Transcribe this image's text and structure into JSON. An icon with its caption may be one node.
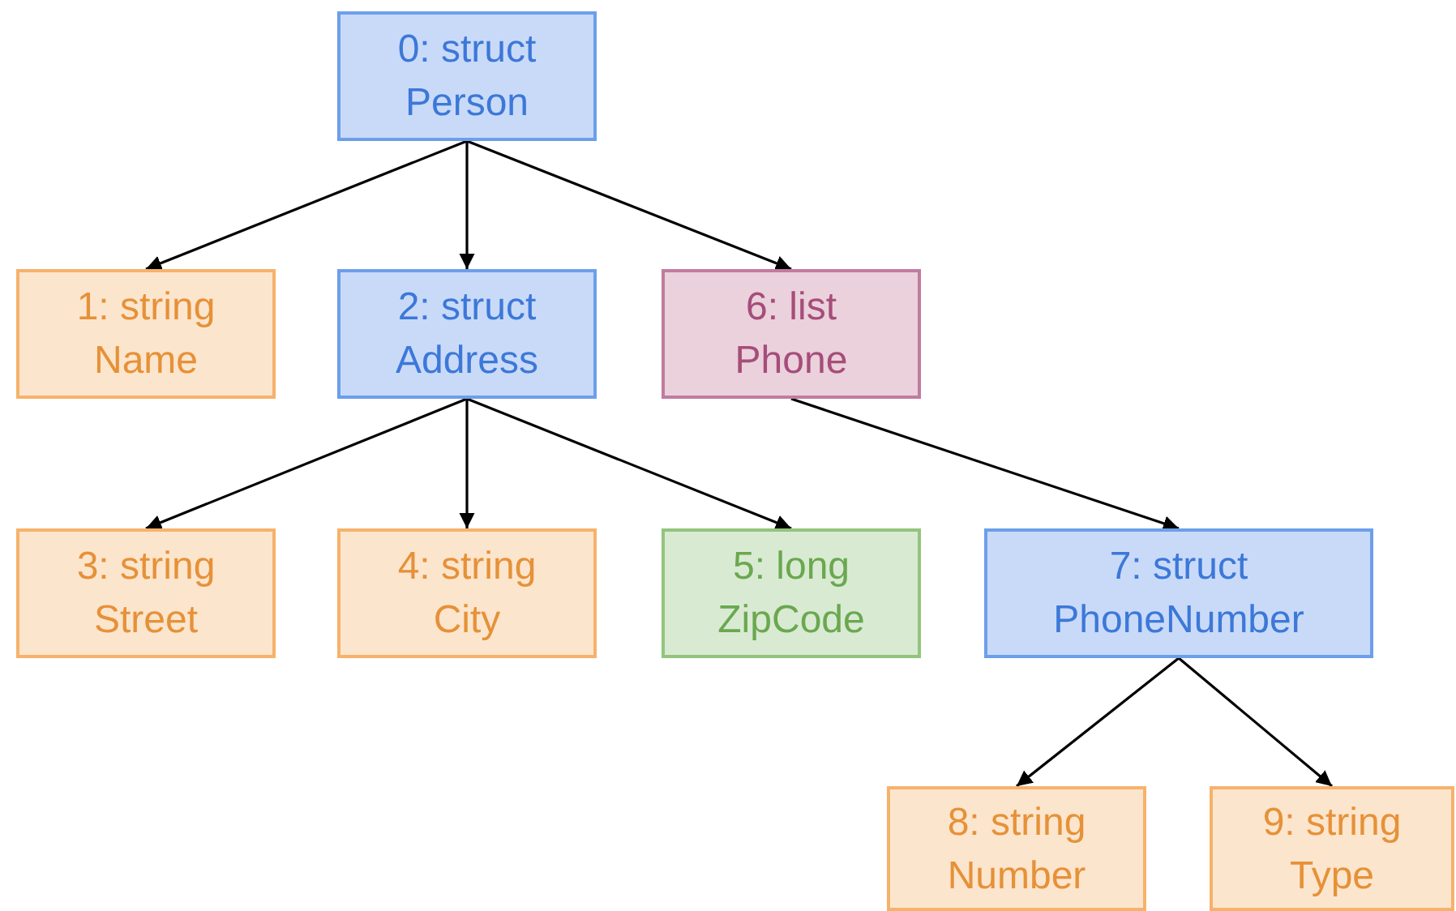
{
  "diagram": {
    "nodes": [
      {
        "text": [
          "0: struct",
          "Person"
        ]
      },
      {
        "text": [
          "1: string",
          "Name"
        ]
      },
      {
        "text": [
          "2: struct",
          "Address"
        ]
      },
      {
        "text": [
          "3: string",
          "Street"
        ]
      },
      {
        "text": [
          "4: string",
          "City"
        ]
      },
      {
        "text": [
          "5: long",
          "ZipCode"
        ]
      },
      {
        "text": [
          "6: list",
          "Phone"
        ]
      },
      {
        "text": [
          "7: struct",
          "PhoneNumber"
        ]
      },
      {
        "text": [
          "8: string",
          "Number"
        ]
      },
      {
        "text": [
          "9: string",
          "Type"
        ]
      }
    ],
    "edges": [
      {
        "from": 0,
        "to": 1,
        "arrow": "to"
      },
      {
        "from": 0,
        "to": 2,
        "arrow": "to"
      },
      {
        "from": 0,
        "to": 6,
        "arrow": "to"
      },
      {
        "from": 2,
        "to": 3,
        "arrow": "to"
      },
      {
        "from": 2,
        "to": 4,
        "arrow": "to"
      },
      {
        "from": 2,
        "to": 5,
        "arrow": "to"
      },
      {
        "from": 6,
        "to": 7,
        "arrow": "to"
      },
      {
        "from": 7,
        "to": 8,
        "arrow": "to"
      },
      {
        "from": 7,
        "to": 9,
        "arrow": "to"
      }
    ]
  }
}
